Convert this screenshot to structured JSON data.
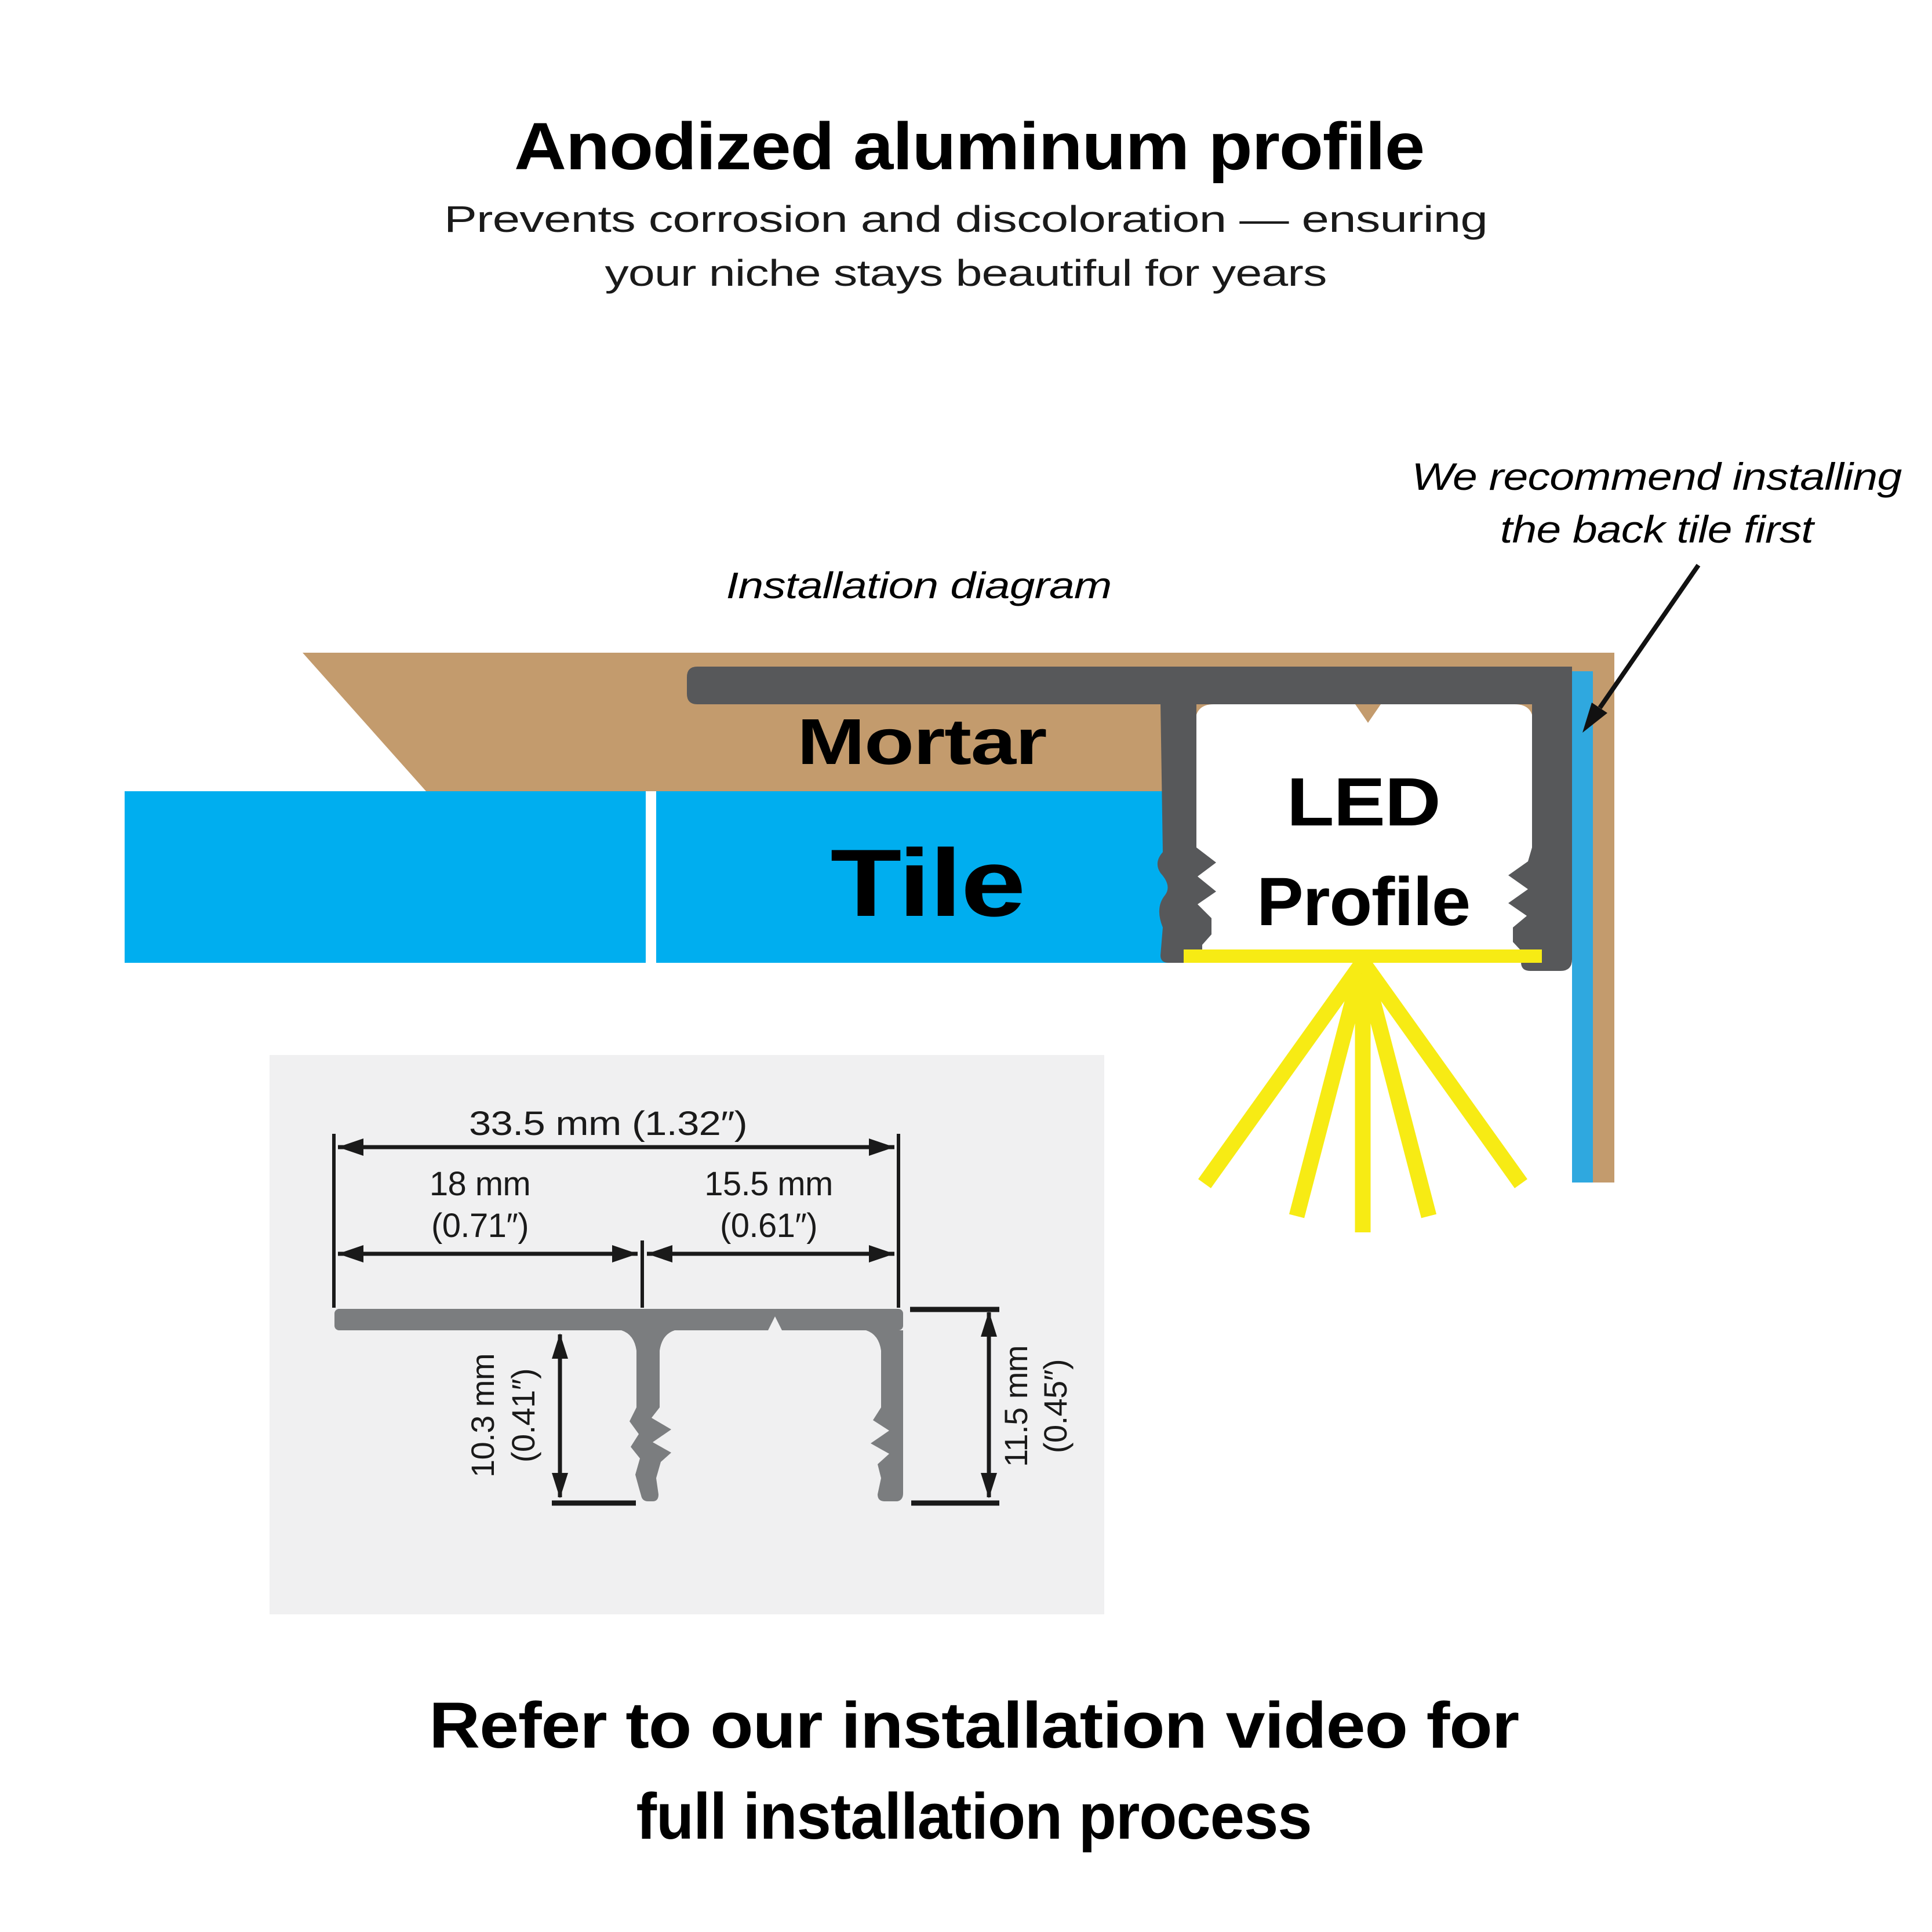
{
  "header": {
    "title": "Anodized aluminum profile",
    "subtitle_line1": "Prevents corrosion and discoloration — ensuring",
    "subtitle_line2": "your niche stays beautiful for years"
  },
  "diagram": {
    "caption": "Installation diagram",
    "note": {
      "line1": "We recommend installing",
      "line2": "the back tile first"
    },
    "labels": {
      "mortar": "Mortar",
      "tile": "Tile",
      "led_line1": "LED",
      "led_line2": "Profile"
    },
    "colors": {
      "mortar": "#C39B6D",
      "tile": "#00AEEF",
      "back_tile": "#2FA8DF",
      "profile": "#57585A",
      "light_yellow": "#F7EB14",
      "arrow_black": "#111111",
      "cavity_white": "#FFFFFF"
    }
  },
  "tech_drawing": {
    "colors": {
      "panel_bg": "#F0F0F1",
      "profile_gray": "#7B7D7F",
      "dim_black": "#1A1A1A"
    },
    "width_total": "33.5 mm (1.32″)",
    "width_left_mm": "18 mm",
    "width_left_in": "(0.71″)",
    "width_right_mm": "15.5 mm",
    "width_right_in": "(0.61″)",
    "height_left_mm": "10.3 mm",
    "height_left_in": "(0.41″)",
    "height_right_mm": "11.5 mm",
    "height_right_in": "(0.45″)"
  },
  "footer": {
    "line1": "Refer to our installation video for",
    "line2": "full installation process"
  }
}
